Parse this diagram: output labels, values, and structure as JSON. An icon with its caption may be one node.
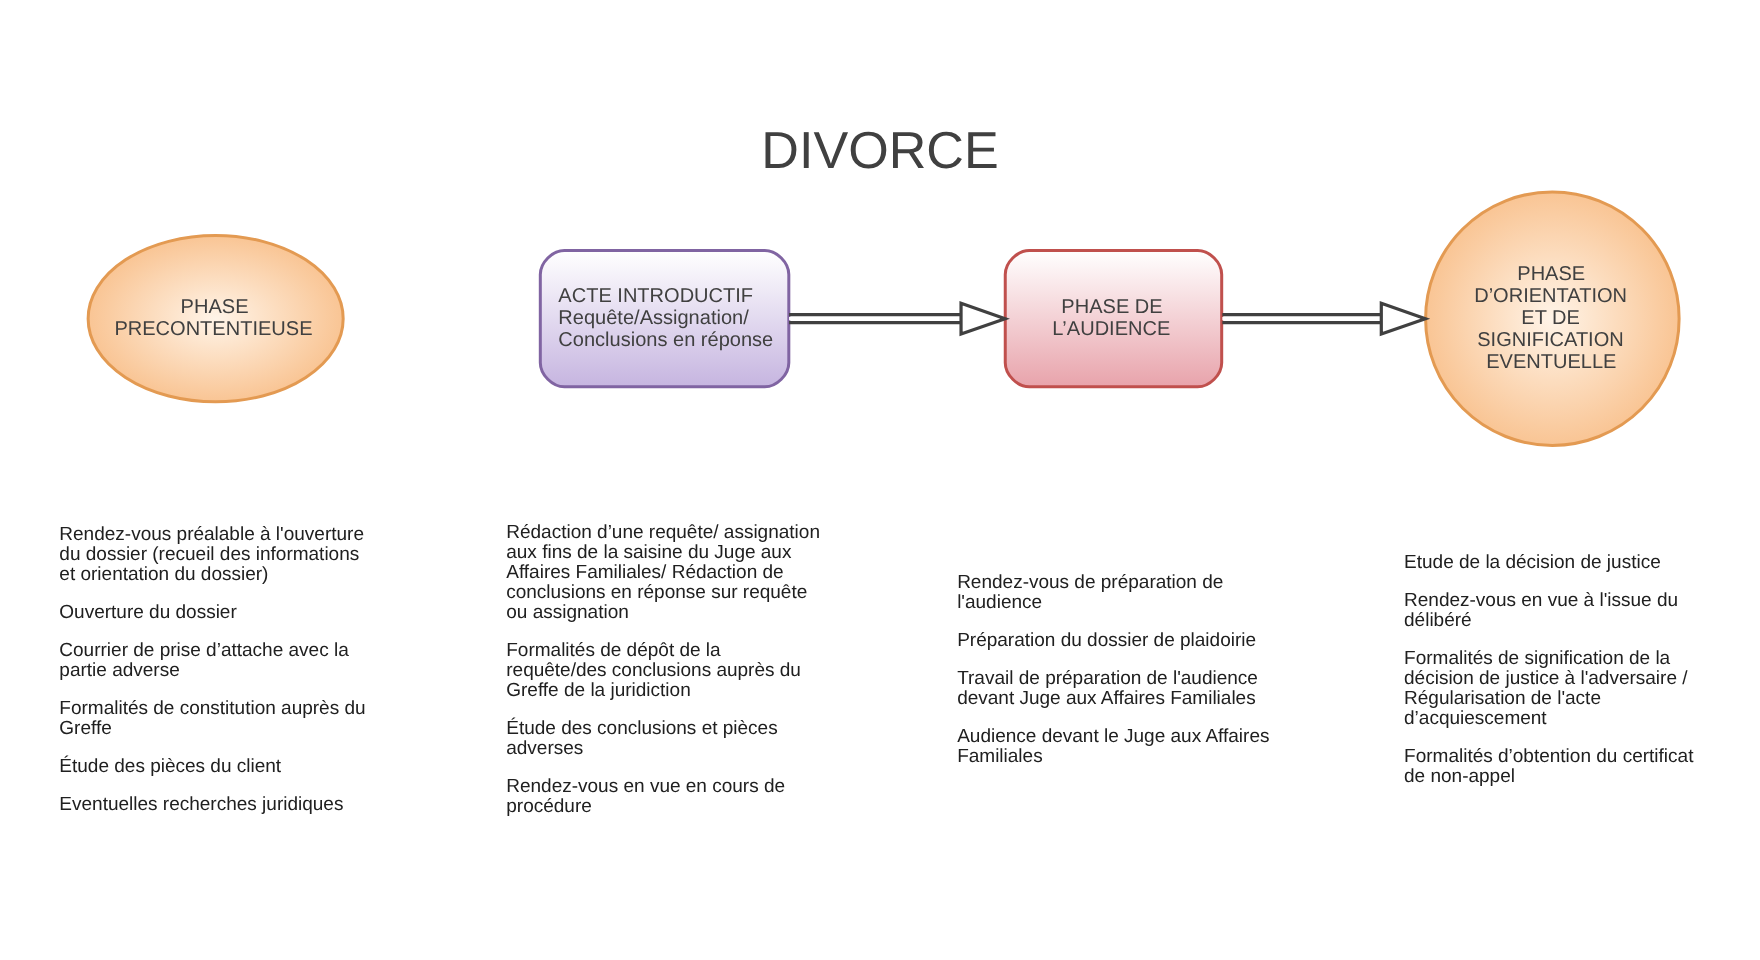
{
  "diagram": {
    "title": "DIVORCE",
    "nodes": [
      {
        "text": [
          "PHASE PRECONTENTIEUSE"
        ],
        "beside": [
          "Rendez-vous préalable à l'ouverture du dossier (recueil des informations et orientation du dossier)",
          "Ouverture du dossier",
          "Courrier de prise d’attache avec la partie adverse",
          "Formalités de constitution auprès du Greffe",
          "Étude des pièces du client",
          "Eventuelles recherches juridiques"
        ]
      },
      {
        "text": [
          "ACTE INTRODUCTIF",
          "Requête/Assignation/ Conclusions en réponse"
        ],
        "beside": [
          "Rédaction d’une requête/ assignation aux fins de la saisine du Juge aux Affaires Familiales/ Rédaction de conclusions en réponse sur requête ou assignation",
          "Formalités de dépôt de la requête/des conclusions auprès du Greffe de la juridiction",
          "Étude des conclusions et pièces adverses",
          "Rendez-vous en vue en cours de procédure"
        ]
      },
      {
        "text": [
          "PHASE DE L’AUDIENCE"
        ],
        "beside": [
          "Rendez-vous de préparation de l'audience",
          "Préparation du dossier de plaidoirie",
          "Travail de préparation de l'audience devant Juge aux Affaires Familiales",
          "Audience devant le Juge aux Affaires Familiales"
        ]
      },
      {
        "text": [
          "PHASE D’ORIENTATION ET DE SIGNIFICATION EVENTUELLE"
        ],
        "beside": [
          "Etude de la décision de justice",
          "Rendez-vous en vue à l'issue du délibéré",
          "Formalités de signification de la décision de justice à l'adversaire / Régularisation de l'acte d’acquiescement",
          "Formalités d’obtention du certificat de non-appel"
        ]
      }
    ],
    "edges": [
      {
        "from": 1,
        "to": 2,
        "arrow": "to"
      },
      {
        "from": 2,
        "to": 3,
        "arrow": "to"
      }
    ]
  }
}
